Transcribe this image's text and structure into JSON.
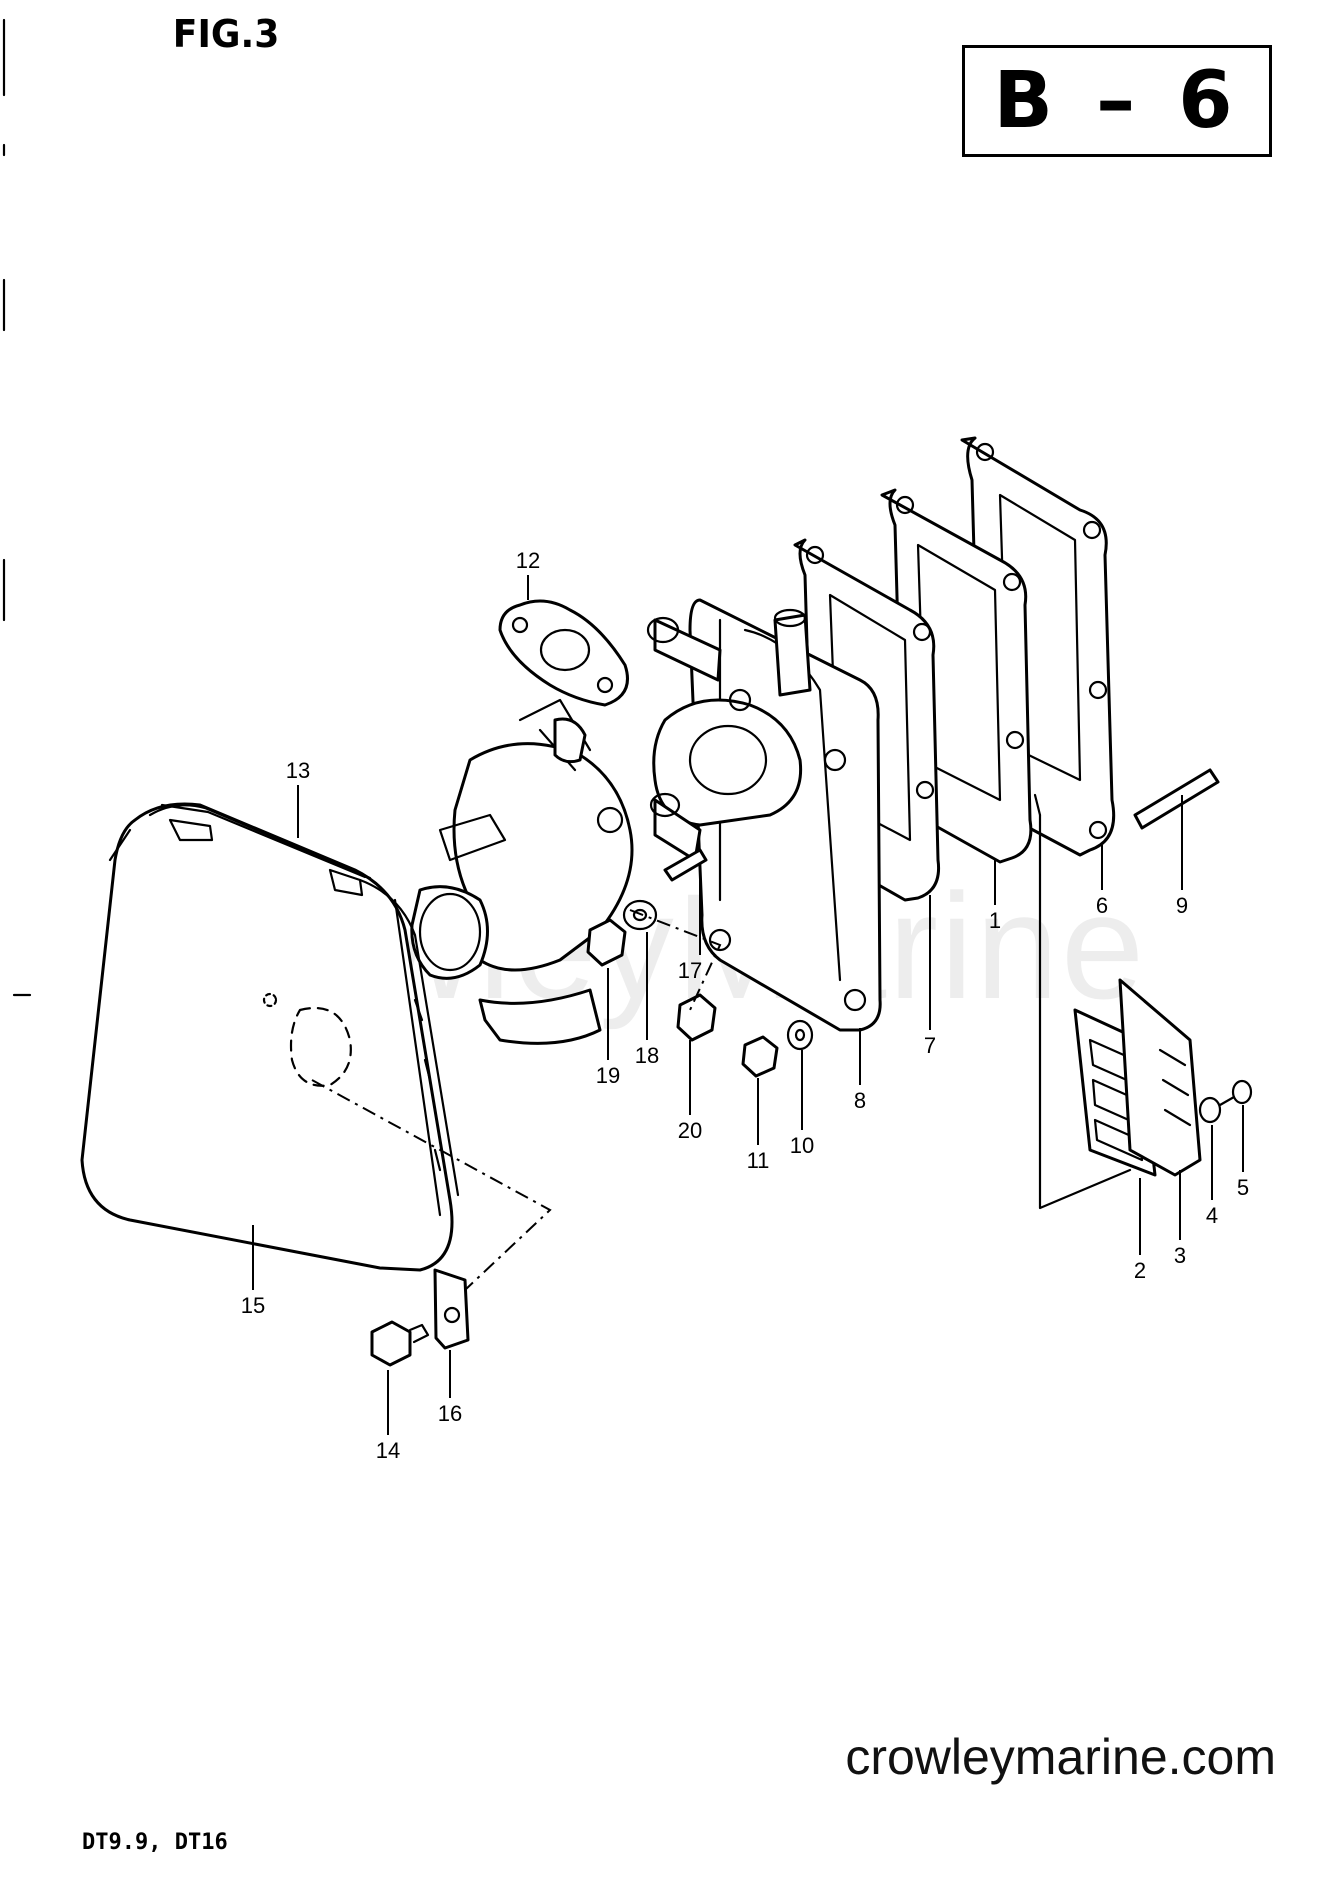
{
  "figure_title": "FIG.3",
  "plate_code": "B – 6",
  "watermark": "CrowleyMarine",
  "site_url": "crowleymarine.com",
  "models": "DT9.9, DT16",
  "callouts": [
    "1",
    "2",
    "3",
    "4",
    "5",
    "6",
    "7",
    "8",
    "9",
    "10",
    "11",
    "12",
    "13",
    "14",
    "15",
    "16",
    "17",
    "18",
    "19",
    "20"
  ]
}
